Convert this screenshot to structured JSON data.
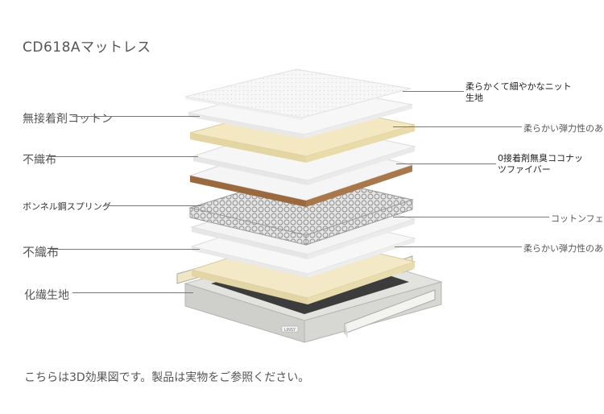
{
  "title": "CD618Aマットレス",
  "left_labels": [
    "無接着剤コットン",
    "不織布",
    "ボンネル鋼スプリング",
    "不織布",
    "化繊生地"
  ],
  "right_labels": [
    "柔らかくて細やかなニット生地",
    "柔らかい弾力性のあ",
    "0接着剤無臭ココナッツファイバー",
    "コットンフェ",
    "柔らかい弾力性のあ"
  ],
  "base_logo": "LINSY",
  "footer": "こちらは3D効果図です。製品は実物をご参照ください。"
}
